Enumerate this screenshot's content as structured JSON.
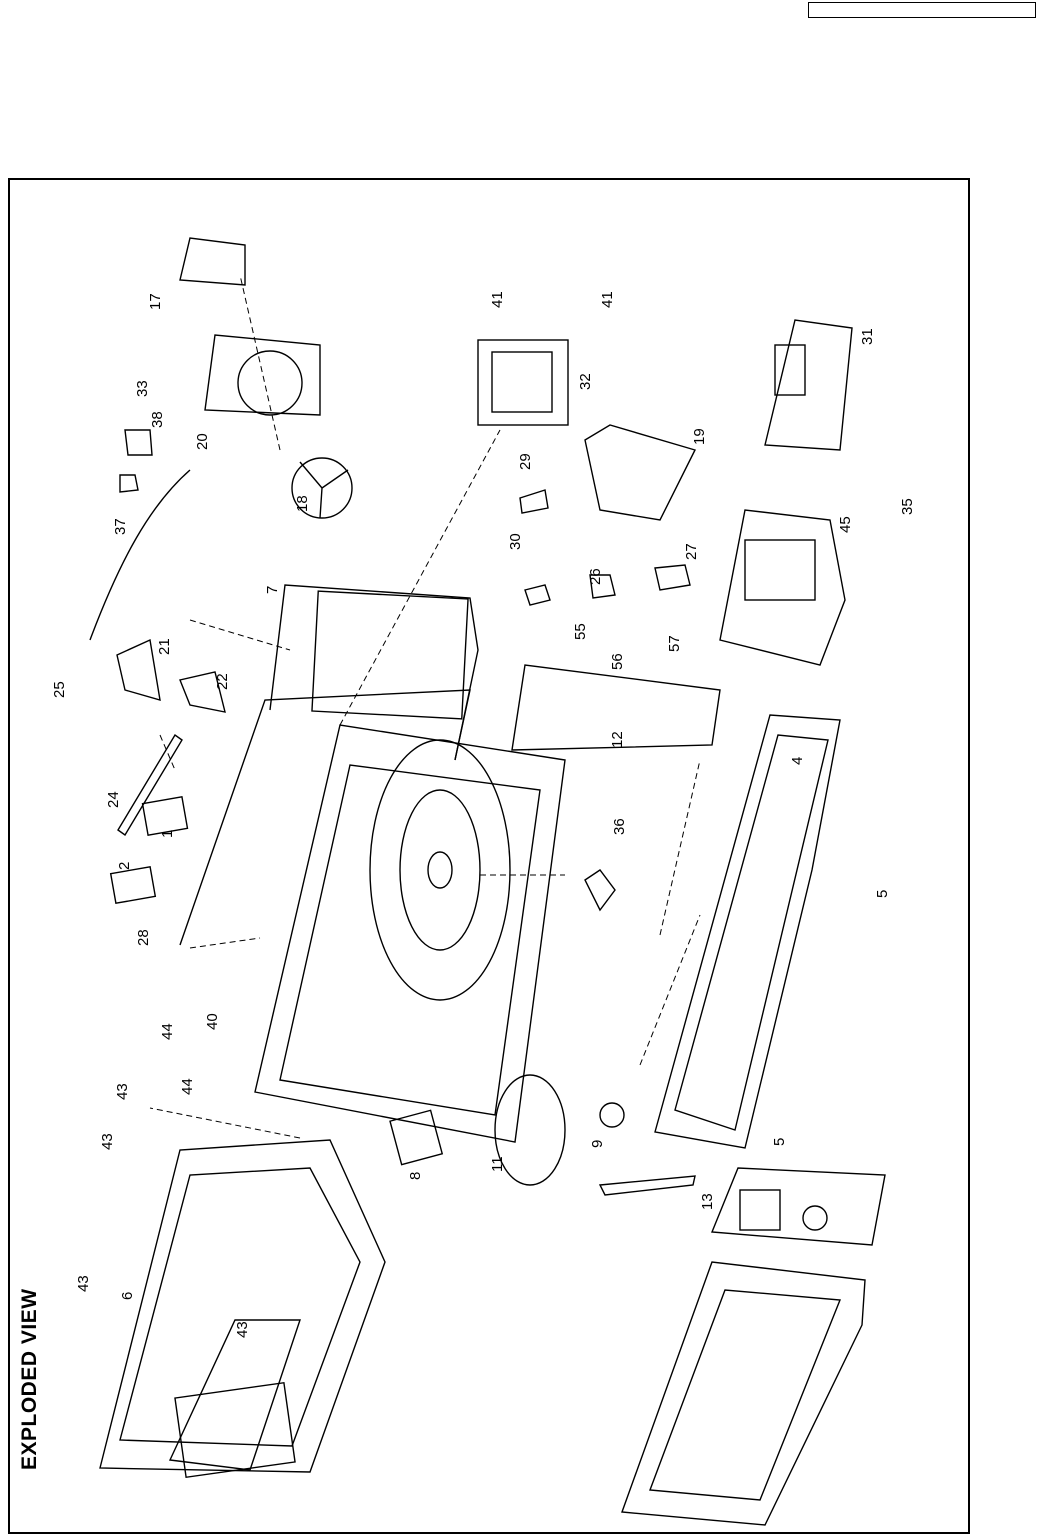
{
  "header": {
    "page_code": ""
  },
  "diagram": {
    "title": "EXPLODED VIEW",
    "callouts": [
      "1",
      "2",
      "4",
      "5",
      "5",
      "6",
      "7",
      "8",
      "9",
      "11",
      "12",
      "13",
      "17",
      "18",
      "19",
      "20",
      "21",
      "22",
      "24",
      "25",
      "26",
      "27",
      "28",
      "29",
      "30",
      "31",
      "32",
      "33",
      "35",
      "36",
      "37",
      "38",
      "40",
      "41",
      "41",
      "43",
      "43",
      "43",
      "43",
      "44",
      "44",
      "45",
      "55",
      "56",
      "57"
    ]
  }
}
